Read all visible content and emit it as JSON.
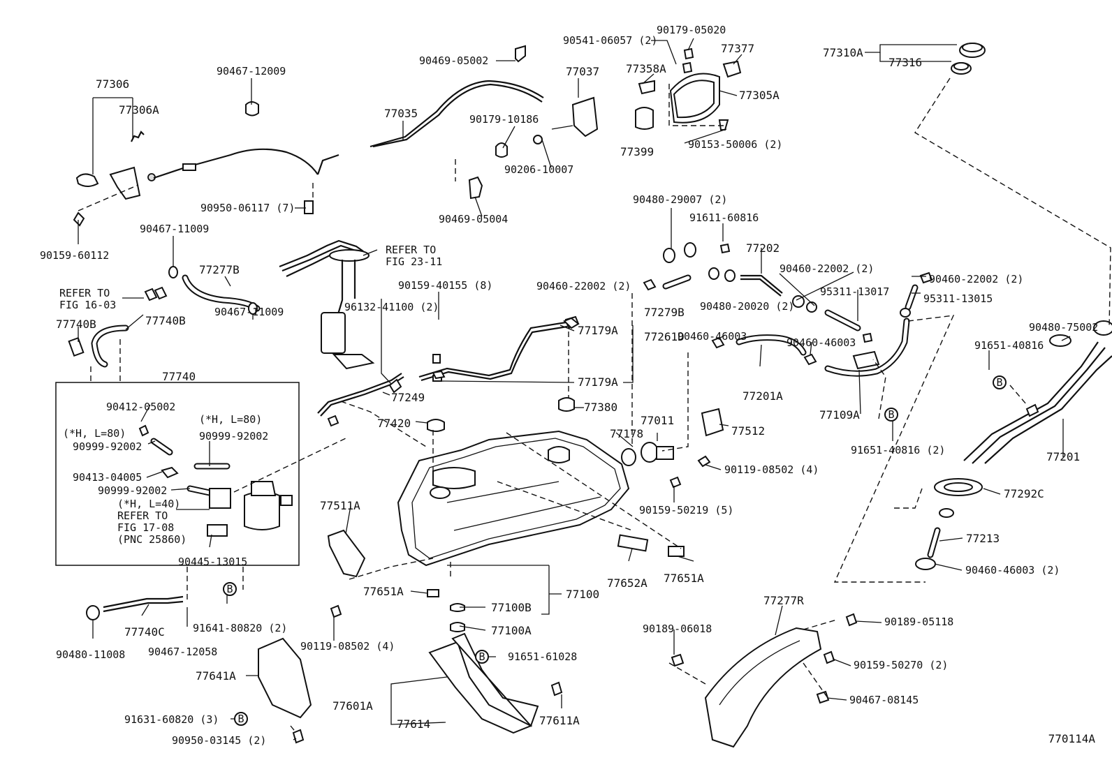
{
  "diagram_code": "770114A",
  "labels": {
    "l77306": "77306",
    "l77306A": "77306A",
    "l90467_12009": "90467-12009",
    "l90950_06117": "90950-06117 (7)",
    "l90159_60112": "90159-60112",
    "l90469_05002": "90469-05002",
    "l77035": "77035",
    "l77037": "77037",
    "l90179_10186": "90179-10186",
    "l90206_10007": "90206-10007",
    "l90469_05004": "90469-05004",
    "l90541_06057": "90541-06057 (2)",
    "l90179_05020": "90179-05020",
    "l77377": "77377",
    "l77358A": "77358A",
    "l77305A": "77305A",
    "l77399": "77399",
    "l90153_50006": "90153-50006 (2)",
    "l77310A": "77310A",
    "l77316": "77316",
    "l90467_11009a": "90467-11009",
    "l77277B": "77277B",
    "l90467_11009b": "90467-11009",
    "l_refer_to_a": "REFER TO",
    "l_fig_16_03": "FIG 16-03",
    "l_refer_to_b": "REFER TO",
    "l_fig_23_11": "FIG 23-11",
    "l90159_40155": "90159-40155 (8)",
    "l96132_41100": "96132-41100 (2)",
    "l77740B_a": "77740B",
    "l77740B_b": "77740B",
    "l77740": "77740",
    "l90412_05002": "90412-05002",
    "l_hl80_a": "(*H, L=80)",
    "l_hl80_b": "(*H, L=80)",
    "l90999_92002_a": "90999-92002",
    "l90999_92002_b": "90999-92002",
    "l90413_04005": "90413-04005",
    "l90999_92002_c": "90999-92002",
    "l_hl40": "(*H, L=40)",
    "l_refer_to_c": "REFER TO",
    "l_fig_17_08": "FIG 17-08",
    "l_pnc": "(PNC 25860)",
    "l90445_13015": "90445-13015",
    "l91641_80820": "91641-80820 (2)",
    "l90480_11008": "90480-11008",
    "l77740C": "77740C",
    "l90467_12058": "90467-12058",
    "l77249": "77249",
    "l77420": "77420",
    "l77179A_a": "77179A",
    "l77179A_b": "77179A",
    "l77261D": "77261D",
    "l77380": "77380",
    "l77178": "77178",
    "l77011": "77011",
    "l90480_29007": "90480-29007 (2)",
    "l91611_60816": "91611-60816",
    "l77202": "77202",
    "l90460_22002_a": "90460-22002 (2)",
    "l90460_22002_b": "90460-22002 (2)",
    "l90460_22002_c": "90460-22002 (2)",
    "l77279B": "77279B",
    "l90480_20020": "90480-20020 (2)",
    "l95311_13017": "95311-13017",
    "l95311_13015": "95311-13015",
    "l90460_46003_a": "90460-46003",
    "l90460_46003_b": "90460-46003",
    "l77201A": "77201A",
    "l77109A": "77109A",
    "l91651_40816_a": "91651-40816 (2)",
    "l91651_40816_b": "91651-40816",
    "l90480_75002": "90480-75002",
    "l77201": "77201",
    "l77292C": "77292C",
    "l77213": "77213",
    "l90460_46003_c": "90460-46003 (2)",
    "l77512": "77512",
    "l90119_08502_a": "90119-08502 (4)",
    "l90159_50219": "90159-50219 (5)",
    "l77511A": "77511A",
    "l77651A_a": "77651A",
    "l77651A_b": "77651A",
    "l77652A": "77652A",
    "l77100": "77100",
    "l77100B": "77100B",
    "l77100A": "77100A",
    "l90119_08502_b": "90119-08502 (4)",
    "l91651_61028": "91651-61028",
    "l77601A": "77601A",
    "l77614": "77614",
    "l77611A": "77611A",
    "l77641A": "77641A",
    "l91631_60820": "91631-60820 (3)",
    "l90950_03145": "90950-03145 (2)",
    "l77277R": "77277R",
    "l90189_06018": "90189-06018",
    "l90189_05118": "90189-05118",
    "l90159_50270": "90159-50270 (2)",
    "l90467_08145": "90467-08145",
    "b_marker": "B"
  }
}
